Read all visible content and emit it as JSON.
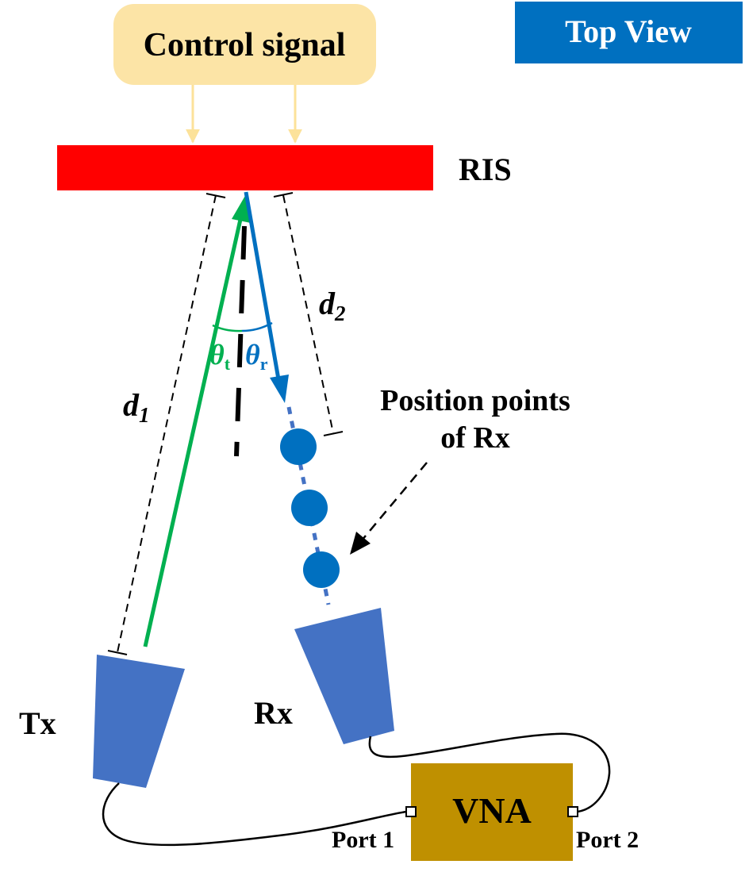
{
  "labels": {
    "control_signal": "Control signal",
    "top_view": "Top View",
    "ris": "RIS",
    "d1_letter": "d",
    "d1_sub": "1",
    "d2_letter": "d",
    "d2_sub": "2",
    "theta_t_symbol": "θ",
    "theta_t_sub": "t",
    "theta_r_symbol": "θ",
    "theta_r_sub": "r",
    "position_points_line1": "Position points",
    "position_points_line2": "of Rx",
    "tx": "Tx",
    "rx": "Rx",
    "vna": "VNA",
    "port1": "Port 1",
    "port2": "Port 2"
  },
  "colors": {
    "control_signal_fill": "#fce4a6",
    "control_arrow": "#fce29a",
    "top_view_fill": "#0070c0",
    "top_view_text": "#ffffff",
    "ris_fill": "#ff0000",
    "incident_ray": "#00b050",
    "reflected_ray": "#0070c0",
    "position_point": "#0070c0",
    "antenna_fill": "#4472c4",
    "vna_fill": "#bf9000",
    "cable": "#000000"
  },
  "icons": {
    "tx_antenna": "horn-antenna-icon",
    "rx_antenna": "horn-antenna-icon"
  }
}
